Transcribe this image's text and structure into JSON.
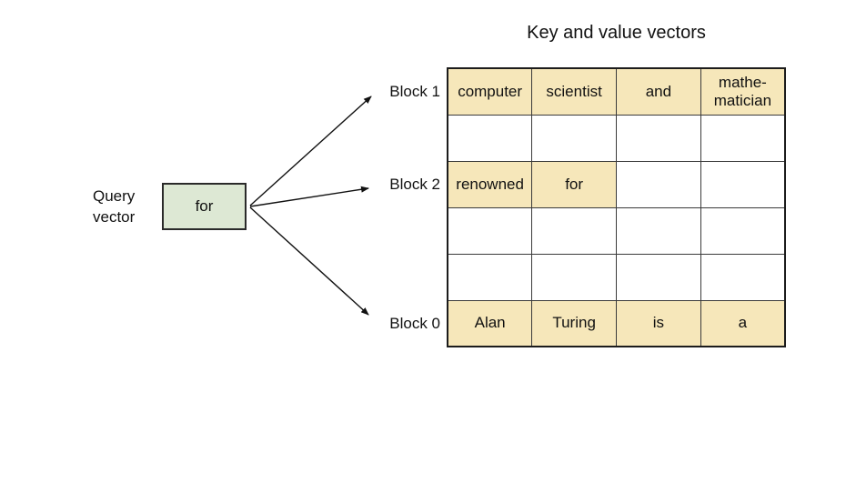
{
  "title": "Key and value vectors",
  "query_vector": {
    "label": "Query\nvector",
    "token": "for"
  },
  "block_labels": [
    {
      "label": "Block 1"
    },
    {
      "label": "Block 2"
    },
    {
      "label": "Block 0"
    }
  ],
  "table": {
    "columns": 4,
    "rows": [
      {
        "cells": [
          {
            "text": "computer",
            "highlight": true
          },
          {
            "text": "scientist",
            "highlight": true
          },
          {
            "text": "and",
            "highlight": true
          },
          {
            "text": "mathe-\nmatician",
            "highlight": true
          }
        ]
      },
      {
        "cells": [
          {
            "text": "",
            "highlight": false
          },
          {
            "text": "",
            "highlight": false
          },
          {
            "text": "",
            "highlight": false
          },
          {
            "text": "",
            "highlight": false
          }
        ]
      },
      {
        "cells": [
          {
            "text": "renowned",
            "highlight": true
          },
          {
            "text": "for",
            "highlight": true
          },
          {
            "text": "",
            "highlight": false
          },
          {
            "text": "",
            "highlight": false
          }
        ]
      },
      {
        "cells": [
          {
            "text": "",
            "highlight": false
          },
          {
            "text": "",
            "highlight": false
          },
          {
            "text": "",
            "highlight": false
          },
          {
            "text": "",
            "highlight": false
          }
        ]
      },
      {
        "cells": [
          {
            "text": "",
            "highlight": false
          },
          {
            "text": "",
            "highlight": false
          },
          {
            "text": "",
            "highlight": false
          },
          {
            "text": "",
            "highlight": false
          }
        ]
      },
      {
        "cells": [
          {
            "text": "Alan",
            "highlight": true
          },
          {
            "text": "Turing",
            "highlight": true
          },
          {
            "text": "is",
            "highlight": true
          },
          {
            "text": "a",
            "highlight": true
          }
        ]
      }
    ]
  },
  "colors": {
    "highlight_fill": "#f6e7ba",
    "query_box_fill": "#dde8d4",
    "outer_border": "#1c1c1c",
    "grid_line": "#3a3a3a",
    "arrow": "#111111"
  }
}
